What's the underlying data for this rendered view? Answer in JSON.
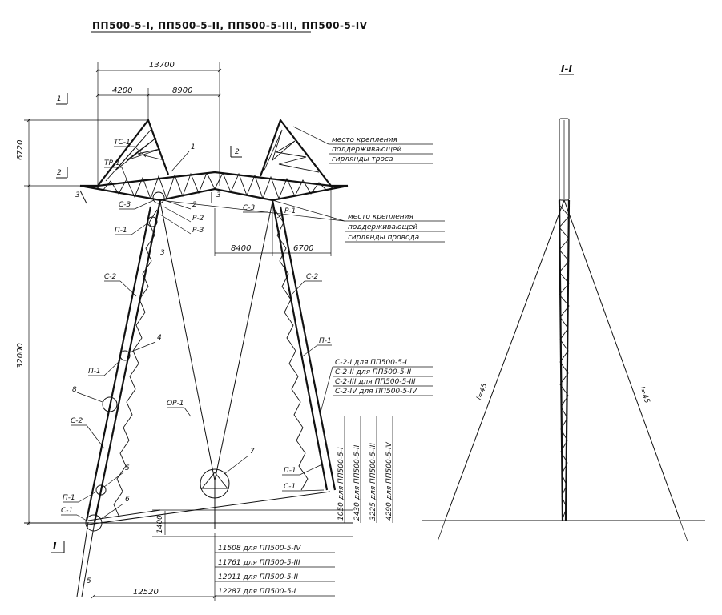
{
  "title": "ПП500-5-I, ПП500-5-II, ПП500-5-III, ПП500-5-IV",
  "section_title": "I-I",
  "dims": {
    "d13700": "13700",
    "d4200": "4200",
    "d8900": "8900",
    "d6720": "6720",
    "d32000": "32000",
    "d12520": "12520",
    "d8400": "8400",
    "d6700": "6700",
    "d1400": "1400"
  },
  "section_markers": {
    "one": "1",
    "two": "2",
    "three": "3",
    "roman_one": "I",
    "five": "5"
  },
  "part_labels": {
    "tc1": "ТС-1",
    "tr1": "ТР-1",
    "c3_left": "С-3",
    "c3_right": "С-3",
    "r2": "Р-2",
    "r3": "Р-3",
    "r1_right": "Р-1",
    "p1_top": "П-1",
    "c2_upper_left": "С-2",
    "c2_right": "С-2",
    "p1_mid": "П-1",
    "c2_lower_left": "С-2",
    "p1_low": "П-1",
    "c1_left": "С-1",
    "op1": "ОР-1",
    "p1_right": "П-1",
    "p1_right_low": "П-1",
    "c1_right": "С-1",
    "n1": "1",
    "n2": "2",
    "n3": "3",
    "n4": "4",
    "n5": "5",
    "n6": "6",
    "n7": "7",
    "n8": "8"
  },
  "notes": {
    "cable_line1": "место крепления",
    "cable_line2": "поддерживающей",
    "cable_line3": "гирлянды троса",
    "wire_line1": "место крепления",
    "wire_line2": "поддерживающей",
    "wire_line3": "гирлянды провода"
  },
  "leg_variants": [
    "С-2-I для ПП500-5-I",
    "С-2-II для ПП500-5-II",
    "С-2-III для ПП500-5-III",
    "С-2-IV для ПП500-5-IV"
  ],
  "height_variants": [
    "1050 для ПП500-5-I",
    "2430 для ПП500-5-II",
    "3225 для ПП500-5-III",
    "4290 для ПП500-5-IV"
  ],
  "base_variants": [
    "11508 для ПП500-5-IV",
    "11761 для ПП500-5-III",
    "12011 для ПП500-5-II",
    "12287 для ПП500-5-I"
  ],
  "guy_labels": {
    "left": "l=45",
    "right": "l=45"
  }
}
